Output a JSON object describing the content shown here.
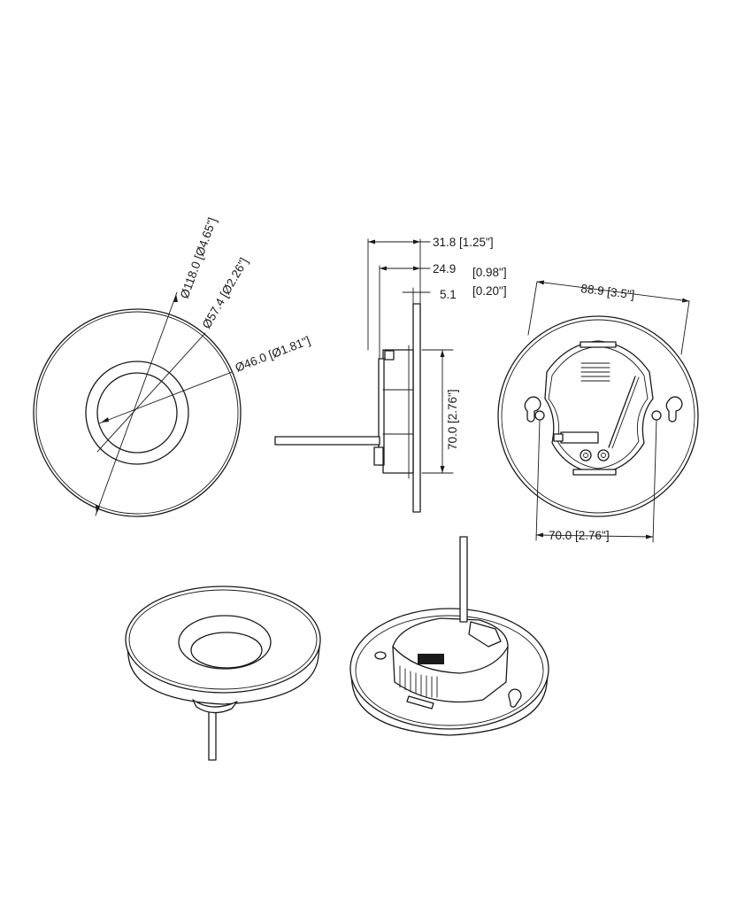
{
  "front_view": {
    "dim_outer_diameter": "Ø118.0 [Ø4.65\"]",
    "dim_ring_diameter": "Ø57.4 [Ø2.26\"]",
    "dim_lens_diameter": "Ø46.0 [Ø1.81\"]"
  },
  "side_view": {
    "dim_total_depth": "31.8 [1.25\"]",
    "dim_body_depth_mm": "24.9",
    "dim_body_depth_in": "[0.98\"]",
    "dim_plate_thickness_mm": "5.1",
    "dim_plate_thickness_in": "[0.20\"]",
    "dim_body_height": "70.0 [2.76\"]"
  },
  "back_view": {
    "dim_width": "88.9 [3.5\"]",
    "dim_mount_spacing": "70.0 [2.76\"]"
  }
}
